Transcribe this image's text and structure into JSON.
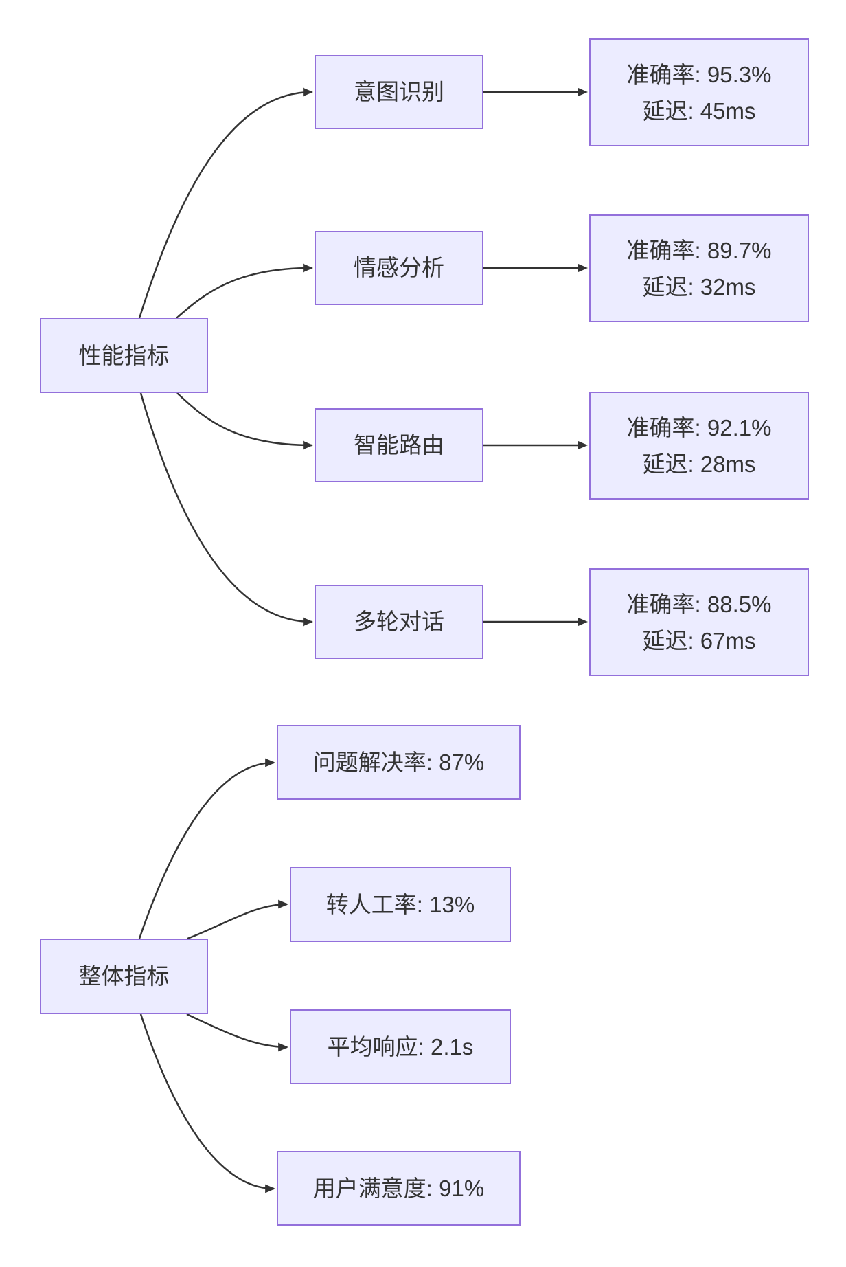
{
  "diagram": {
    "background_color": "#ffffff",
    "node_fill_color": "#ECECFF",
    "node_border_color": "#9370DB",
    "edge_color": "#333333",
    "text_color": "#333333",
    "performance": {
      "root": "性能指标",
      "branches": [
        {
          "label": "意图识别",
          "accuracy": "准确率: 95.3%",
          "latency": "延迟: 45ms"
        },
        {
          "label": "情感分析",
          "accuracy": "准确率: 89.7%",
          "latency": "延迟: 32ms"
        },
        {
          "label": "智能路由",
          "accuracy": "准确率: 92.1%",
          "latency": "延迟: 28ms"
        },
        {
          "label": "多轮对话",
          "accuracy": "准确率: 88.5%",
          "latency": "延迟: 67ms"
        }
      ]
    },
    "overall": {
      "root": "整体指标",
      "branches": [
        {
          "label": "问题解决率: 87%"
        },
        {
          "label": "转人工率: 13%"
        },
        {
          "label": "平均响应: 2.1s"
        },
        {
          "label": "用户满意度: 91%"
        }
      ]
    }
  }
}
